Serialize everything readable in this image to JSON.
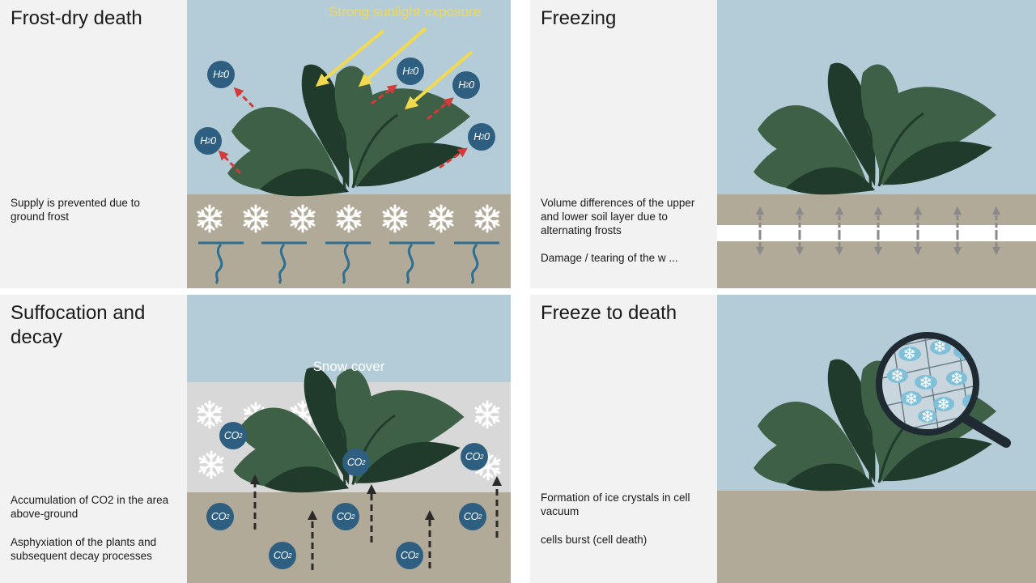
{
  "colors": {
    "sky": "#b4ccd7",
    "soil": "#b1aa98",
    "plant_light": "#3d6046",
    "plant_dark": "#203b2c",
    "molecule": "#2f5f80",
    "sun_arrow": "#f2d94e",
    "vapor_arrow": "#d43a3a",
    "snow": "#ffffff",
    "snow_cover": "#d8d8d8"
  },
  "panels": {
    "frost_dry": {
      "title": "Frost-dry death",
      "description": "Supply is prevented due to ground frost",
      "sun_label": "Strong sunlight exposure",
      "molecules": [
        {
          "label": "H",
          "sub": "2",
          "tail": "0"
        },
        {
          "label": "H",
          "sub": "2",
          "tail": "0"
        },
        {
          "label": "H",
          "sub": "2",
          "tail": "0"
        },
        {
          "label": "H",
          "sub": "2",
          "tail": "0"
        },
        {
          "label": "H",
          "sub": "2",
          "tail": "0"
        }
      ]
    },
    "freezing": {
      "title": "Freezing",
      "description_1": "Volume differences of the upper and lower soil layer due to alternating frosts",
      "description_2": "Damage / tearing of the w ..."
    },
    "suffocation": {
      "title": "Suffocation and decay",
      "description_1": "Accumulation of CO2 in the area above-ground",
      "description_2": "Asphyxiation of the plants and subsequent decay processes",
      "snow_label": "Snow cover",
      "molecules": [
        {
          "label": "CO",
          "sub": "2"
        },
        {
          "label": "CO",
          "sub": "2"
        },
        {
          "label": "CO",
          "sub": "2"
        },
        {
          "label": "CO",
          "sub": "2"
        },
        {
          "label": "CO",
          "sub": "2"
        },
        {
          "label": "CO",
          "sub": "2"
        },
        {
          "label": "CO",
          "sub": "2"
        },
        {
          "label": "CO",
          "sub": "2"
        }
      ]
    },
    "freeze_death": {
      "title": "Freeze to death",
      "description_1": "Formation of ice crystals in cell vacuum",
      "description_2": "cells burst (cell death)"
    }
  }
}
